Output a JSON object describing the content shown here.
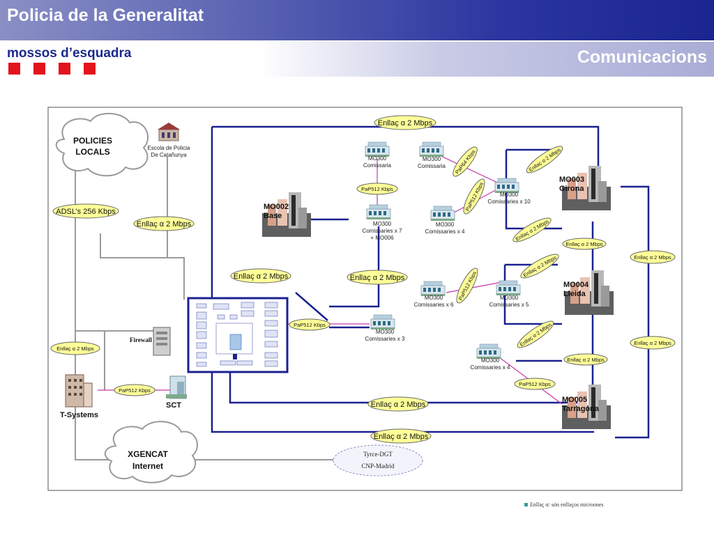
{
  "header": {
    "title": "Policia de la Generalitat",
    "subtitle": "mossos d’esquadra",
    "section": "Comunicacions"
  },
  "colors": {
    "link_blue": "#1a2190",
    "link_pink": "#c43aa8",
    "link_grey": "#9a9a9a",
    "label_fill": "#ffff99",
    "brand_red": "#e3141b"
  },
  "clouds": {
    "policies": [
      "POLICIES",
      "LOCALS"
    ],
    "xgencat": [
      "XGENCAT",
      "Internet"
    ]
  },
  "nodes": {
    "escola": [
      "Escola de Policia",
      "De Catañunya"
    ],
    "mo002": [
      "MO002",
      "Base"
    ],
    "mo003": [
      "MO003",
      "Girona"
    ],
    "mo004": [
      "MO004",
      "Lleida"
    ],
    "mo005": [
      "MO005",
      "Tarragona"
    ],
    "firewall": "Firewall",
    "tsystems": "T-Systems",
    "sct": "SCT",
    "mo300_a": [
      "MO300",
      "Comissaria"
    ],
    "mo300_b": [
      "MO300",
      "Comissaria"
    ],
    "mo300_c": [
      "MO300",
      "Comissaries x 7",
      "+ MO006"
    ],
    "mo300_d": [
      "MO300",
      "Comissaries x 4"
    ],
    "mo300_e": [
      "MO300",
      "Comissaries x 10"
    ],
    "mo300_f": [
      "MO300",
      "Comissaries x 6"
    ],
    "mo300_g": [
      "MO300",
      "Comissaries x 5"
    ],
    "mo300_h": [
      "MO300",
      "Comissaries x 3"
    ],
    "mo300_i": [
      "MO300",
      "Comissaries x 4"
    ]
  },
  "tyrce": [
    "Tyrce-DGT",
    "CNP-Madrid"
  ],
  "labels": {
    "enllac_top": "Enllaç α 2 Mbps",
    "adsl": "ADSL’s 256 Kbps",
    "enllac_escola": "Enllaç α 2 Mbps",
    "enllac_mo002": "Enllaç α 2 Mbps",
    "enllac_mid": "Enllaç α 2 Mbps",
    "enllac_left": "Enllaç α 2 Mbps",
    "pap512_top": "PaP512 Kbps",
    "pap512_center": "PaP512 Kbps",
    "pap512_left": "PaP512 Kbps",
    "pap512_bottom": "PaP512 Kbps",
    "pap64": "PaP64 Kbps",
    "pap512_diag1": "PaP512 Kbps",
    "pap512_diag2": "PaP512 Kbps",
    "enllac_g1": "Enllaç α 2 Mbps",
    "enllac_g2": "Enllaç α 2 Mbps",
    "enllac_g3": "Enllaç α 2 Mbps",
    "enllac_l1": "Enllaç α 2 Mbps",
    "enllac_l2": "Enllaç α 2 Mbps",
    "enllac_l3": "Enllaç α 2 Mbps",
    "enllac_r1": "Enllaç α 2 Mbps",
    "enllac_r2": "Enllaç α 2 Mbps",
    "enllac_t1": "Enllaç α 2 Mbps",
    "enllac_t2": "Enllaç α 2 Mbps"
  },
  "footnote": "Enllaç α: són enllaços microones"
}
